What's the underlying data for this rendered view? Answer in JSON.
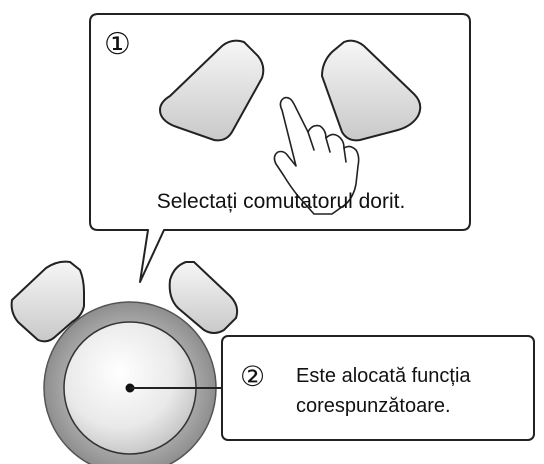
{
  "step1": {
    "number": "①",
    "text": "Selectați comutatorul dorit."
  },
  "step2": {
    "number": "②",
    "line1": "Este alocată funcția",
    "line2": "corespunzătoare."
  },
  "icons": {
    "hand": "pointing-hand-icon"
  },
  "colors": {
    "outline": "#222222",
    "key_fill_top": "#f2f2f2",
    "key_fill_bottom": "#c8c8c8",
    "knob_ring": "#9c9c9c",
    "knob_face": "#f5f5f5"
  }
}
